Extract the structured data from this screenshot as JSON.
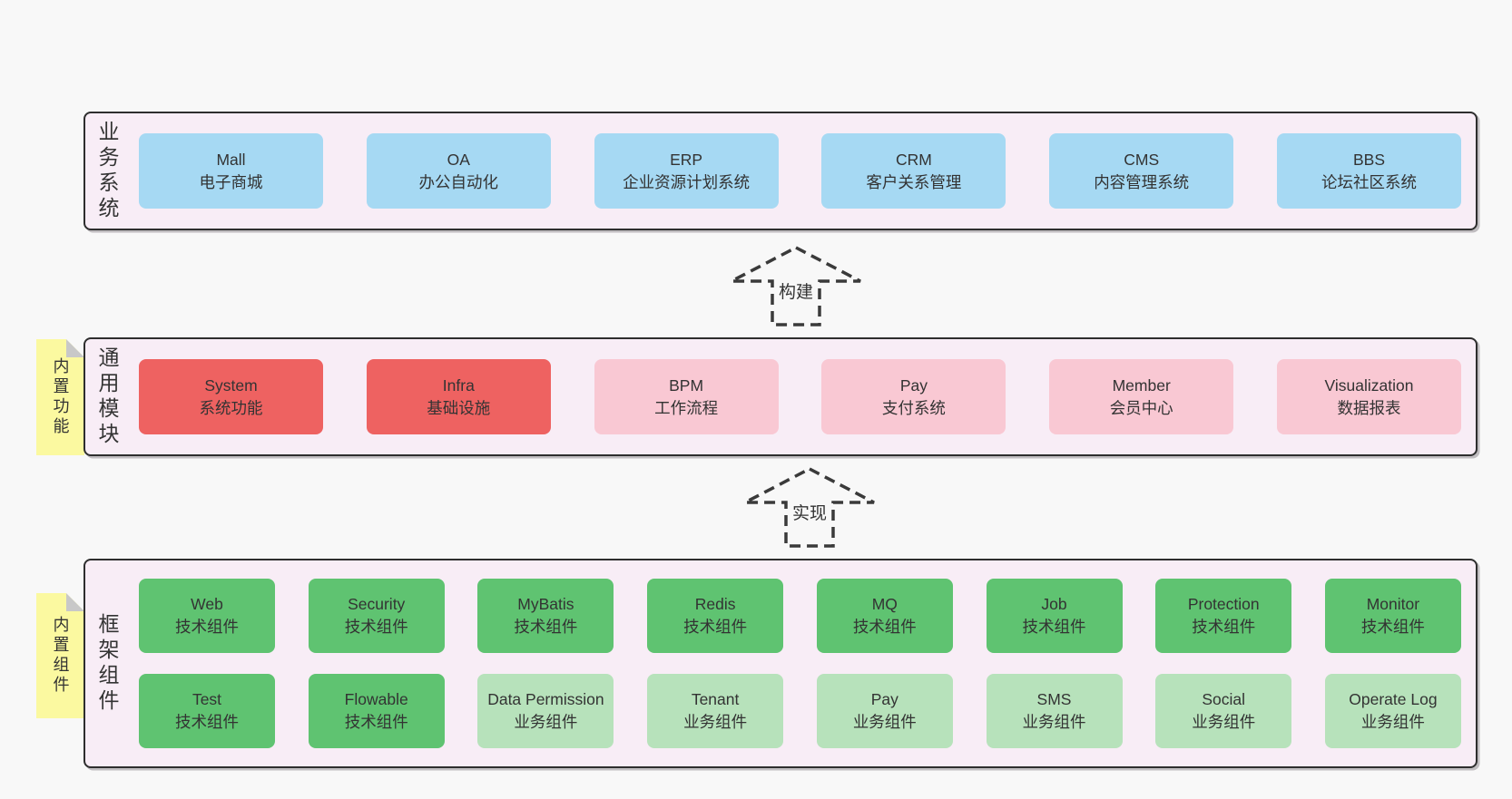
{
  "colors": {
    "page_bg": "#f8f8f8",
    "panel_bg": "#f8edf6",
    "panel_border": "#2e2e2e",
    "text": "#333333",
    "blue": "#a6d9f3",
    "red": "#ee6261",
    "pink": "#f9c8d3",
    "green": "#5fc371",
    "green_light": "#b7e2bb",
    "sticky_yellow": "#fbf9a0",
    "sticky_fold": "#c8c8c8"
  },
  "sections": {
    "business": {
      "label": "业务系统",
      "boxes": [
        {
          "title": "Mall",
          "subtitle": "电子商城",
          "variant": "blue"
        },
        {
          "title": "OA",
          "subtitle": "办公自动化",
          "variant": "blue"
        },
        {
          "title": "ERP",
          "subtitle": "企业资源计划系统",
          "variant": "blue"
        },
        {
          "title": "CRM",
          "subtitle": "客户关系管理",
          "variant": "blue"
        },
        {
          "title": "CMS",
          "subtitle": "内容管理系统",
          "variant": "blue"
        },
        {
          "title": "BBS",
          "subtitle": "论坛社区系统",
          "variant": "blue"
        }
      ]
    },
    "modules": {
      "sticky": "内置功能",
      "label": "通用模块",
      "boxes": [
        {
          "title": "System",
          "subtitle": "系统功能",
          "variant": "red"
        },
        {
          "title": "Infra",
          "subtitle": "基础设施",
          "variant": "red"
        },
        {
          "title": "BPM",
          "subtitle": "工作流程",
          "variant": "pink"
        },
        {
          "title": "Pay",
          "subtitle": "支付系统",
          "variant": "pink"
        },
        {
          "title": "Member",
          "subtitle": "会员中心",
          "variant": "pink"
        },
        {
          "title": "Visualization",
          "subtitle": "数据报表",
          "variant": "pink"
        }
      ]
    },
    "components": {
      "sticky": "内置组件",
      "label": "框架组件",
      "rows": [
        [
          {
            "title": "Web",
            "subtitle": "技术组件",
            "variant": "green"
          },
          {
            "title": "Security",
            "subtitle": "技术组件",
            "variant": "green"
          },
          {
            "title": "MyBatis",
            "subtitle": "技术组件",
            "variant": "green"
          },
          {
            "title": "Redis",
            "subtitle": "技术组件",
            "variant": "green"
          },
          {
            "title": "MQ",
            "subtitle": "技术组件",
            "variant": "green"
          },
          {
            "title": "Job",
            "subtitle": "技术组件",
            "variant": "green"
          },
          {
            "title": "Protection",
            "subtitle": "技术组件",
            "variant": "green"
          },
          {
            "title": "Monitor",
            "subtitle": "技术组件",
            "variant": "green"
          }
        ],
        [
          {
            "title": "Test",
            "subtitle": "技术组件",
            "variant": "green"
          },
          {
            "title": "Flowable",
            "subtitle": "技术组件",
            "variant": "green"
          },
          {
            "title": "Data Permission",
            "subtitle": "业务组件",
            "variant": "green-light"
          },
          {
            "title": "Tenant",
            "subtitle": "业务组件",
            "variant": "green-light"
          },
          {
            "title": "Pay",
            "subtitle": "业务组件",
            "variant": "green-light"
          },
          {
            "title": "SMS",
            "subtitle": "业务组件",
            "variant": "green-light"
          },
          {
            "title": "Social",
            "subtitle": "业务组件",
            "variant": "green-light"
          },
          {
            "title": "Operate Log",
            "subtitle": "业务组件",
            "variant": "green-light"
          }
        ]
      ]
    }
  },
  "arrows": [
    {
      "label": "构建"
    },
    {
      "label": "实现"
    }
  ]
}
